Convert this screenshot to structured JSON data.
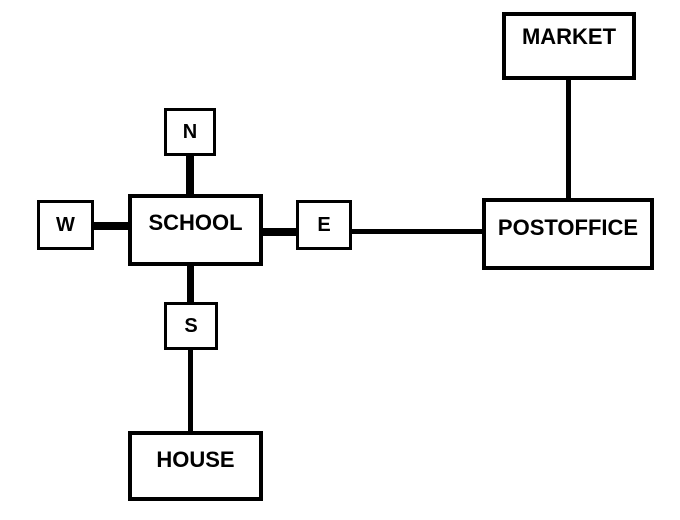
{
  "diagram": {
    "nodes": {
      "market": "MARKET",
      "north": "N",
      "west": "W",
      "school": "SCHOOL",
      "east": "E",
      "postoffice": "POSTOFFICE",
      "south": "S",
      "house": "HOUSE"
    },
    "edges": [
      [
        "school",
        "north"
      ],
      [
        "school",
        "west"
      ],
      [
        "school",
        "east"
      ],
      [
        "school",
        "south"
      ],
      [
        "south",
        "house"
      ],
      [
        "east",
        "postoffice"
      ],
      [
        "postoffice",
        "market"
      ]
    ]
  }
}
